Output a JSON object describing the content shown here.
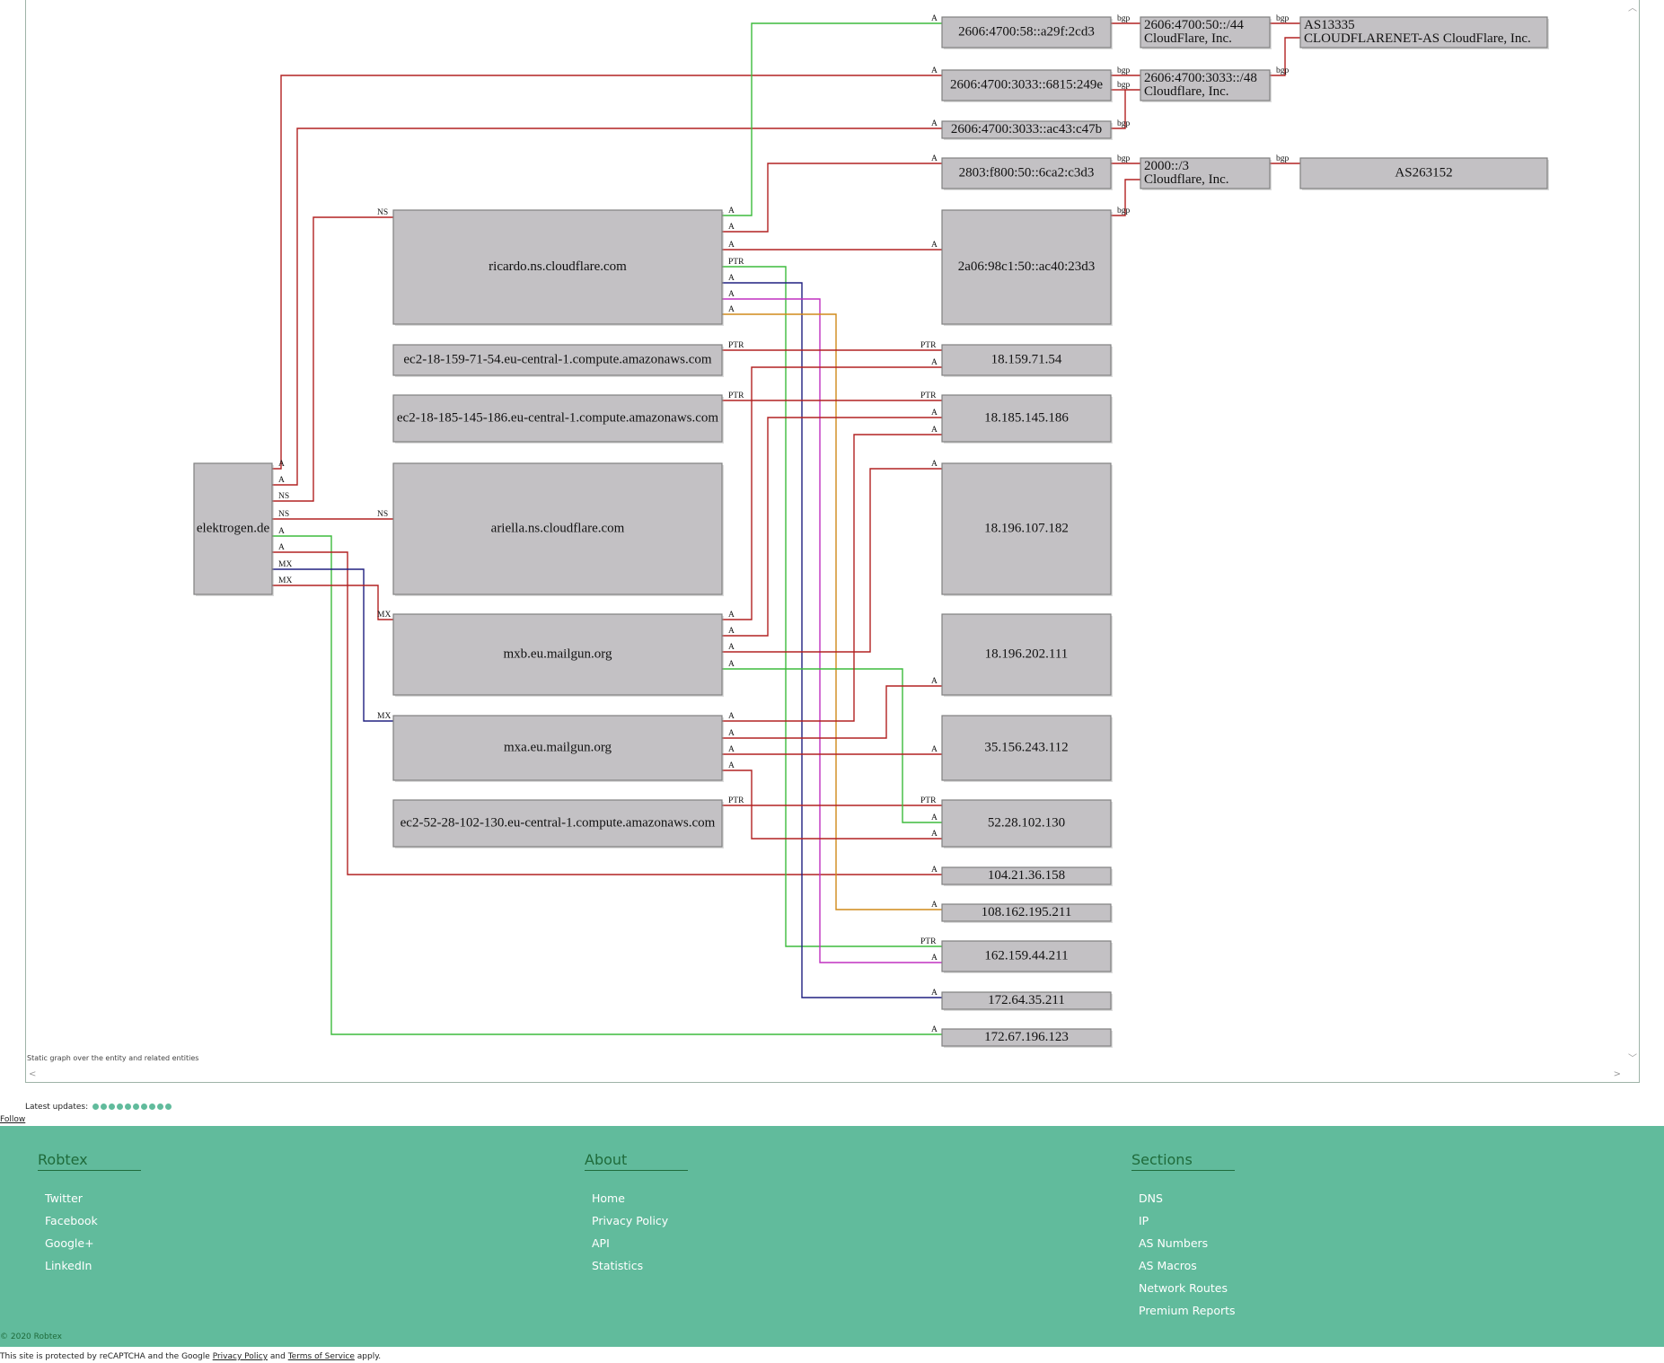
{
  "graph": {
    "caption": "Static graph over the entity and related entities",
    "nodes": {
      "elektrogen": "elektrogen.de",
      "ricardo": "ricardo.ns.cloudflare.com",
      "ariella": "ariella.ns.cloudflare.com",
      "ec2_159": "ec2-18-159-71-54.eu-central-1.compute.amazonaws.com",
      "ec2_185": "ec2-18-185-145-186.eu-central-1.compute.amazonaws.com",
      "mxb": "mxb.eu.mailgun.org",
      "mxa": "mxa.eu.mailgun.org",
      "ec2_52": "ec2-52-28-102-130.eu-central-1.compute.amazonaws.com",
      "v6a": "2606:4700:58::a29f:2cd3",
      "v6b": "2606:4700:3033::6815:249e",
      "v6c": "2606:4700:3033::ac43:c47b",
      "v6d": "2803:f800:50::6ca2:c3d3",
      "v6e": "2a06:98c1:50::ac40:23d3",
      "ip1": "18.159.71.54",
      "ip2": "18.185.145.186",
      "ip3": "18.196.107.182",
      "ip4": "18.196.202.111",
      "ip5": "35.156.243.112",
      "ip6": "52.28.102.130",
      "ip7": "104.21.36.158",
      "ip8": "108.162.195.211",
      "ip9": "162.159.44.211",
      "ip10": "172.64.35.211",
      "ip11": "172.67.196.123",
      "r1_l1": "2606:4700:50::/44",
      "r1_l2": "CloudFlare, Inc.",
      "r2_l1": "2606:4700:3033::/48",
      "r2_l2": "Cloudflare, Inc.",
      "r3_l1": "2000::/3",
      "r3_l2": "Cloudflare, Inc.",
      "as1_l1": "AS13335",
      "as1_l2": "CLOUDFLARENET-AS CloudFlare, Inc.",
      "as2": "AS263152"
    },
    "edge_labels": {
      "a": "A",
      "ns": "NS",
      "mx": "MX",
      "ptr": "PTR",
      "bgp": "bgp"
    }
  },
  "updates": {
    "label": "Latest updates:",
    "count": 10
  },
  "follow": "Follow",
  "footer": {
    "robtex": {
      "title": "Robtex",
      "items": [
        "Twitter",
        "Facebook",
        "Google+",
        "LinkedIn"
      ]
    },
    "about": {
      "title": "About",
      "items": [
        "Home",
        "Privacy Policy",
        "API",
        "Statistics"
      ]
    },
    "sections": {
      "title": "Sections",
      "items": [
        "DNS",
        "IP",
        "AS Numbers",
        "AS Macros",
        "Network Routes",
        "Premium Reports"
      ]
    },
    "copyright": "© 2020 Robtex"
  },
  "recaptcha": {
    "prefix": "This site is protected by reCAPTCHA and the Google",
    "privacy": "Privacy Policy",
    "and": "and",
    "terms": "Terms of Service",
    "suffix": "apply."
  },
  "colors": {
    "red": "#b22222",
    "green": "#3dbb3d",
    "navy": "#202080",
    "magenta": "#c030c0",
    "orange": "#d08a1a",
    "footer": "#61bb9c"
  }
}
